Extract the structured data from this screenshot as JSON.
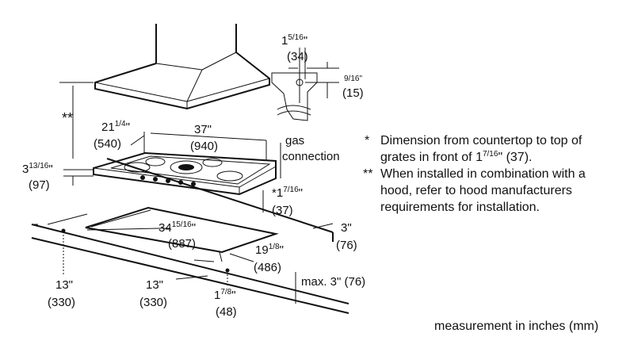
{
  "labels": {
    "top_offset_whole": "1",
    "top_offset_frac": "5/16",
    "top_offset_mm": "(34)",
    "side_offset_frac": "9/16\"",
    "side_offset_mm": "(15)",
    "double_star": "**",
    "left_width_whole": "21",
    "left_width_frac": "1/4",
    "left_width_mm": "(540)",
    "width_in": "37\"",
    "width_mm": "(940)",
    "gas_line1": "gas",
    "gas_line2": "connection",
    "height_whole": "3",
    "height_frac": "13/16",
    "height_mm": "(97)",
    "grate_star": "*1",
    "grate_frac": "7/16",
    "grate_mm": "(37)",
    "back_in": "3\"",
    "back_mm": "(76)",
    "cutout_whole": "34",
    "cutout_frac": "15/16",
    "cutout_mm": "(887)",
    "depth_whole": "19",
    "depth_frac": "1/8",
    "depth_mm": "(486)",
    "max_label": "max. 3\" (76)",
    "left_clear_in": "13\"",
    "left_clear_mm": "(330)",
    "front_clear_in": "13\"",
    "front_clear_mm": "(330)",
    "edge_whole": "1",
    "edge_frac": "7/8",
    "edge_mm": "(48)"
  },
  "notes": {
    "n1_mark": "*",
    "n1_line1": "Dimension from countertop to top of",
    "n1_line2a": "grates in front of 1",
    "n1_line2frac": "7/16",
    "n1_line2b": "\" (37).",
    "n2_mark": "**",
    "n2_line1": "When installed in combination with a",
    "n2_line2": "hood, refer to hood manufacturers",
    "n2_line3": "requirements for installation."
  },
  "footer": "measurement in inches (mm)"
}
